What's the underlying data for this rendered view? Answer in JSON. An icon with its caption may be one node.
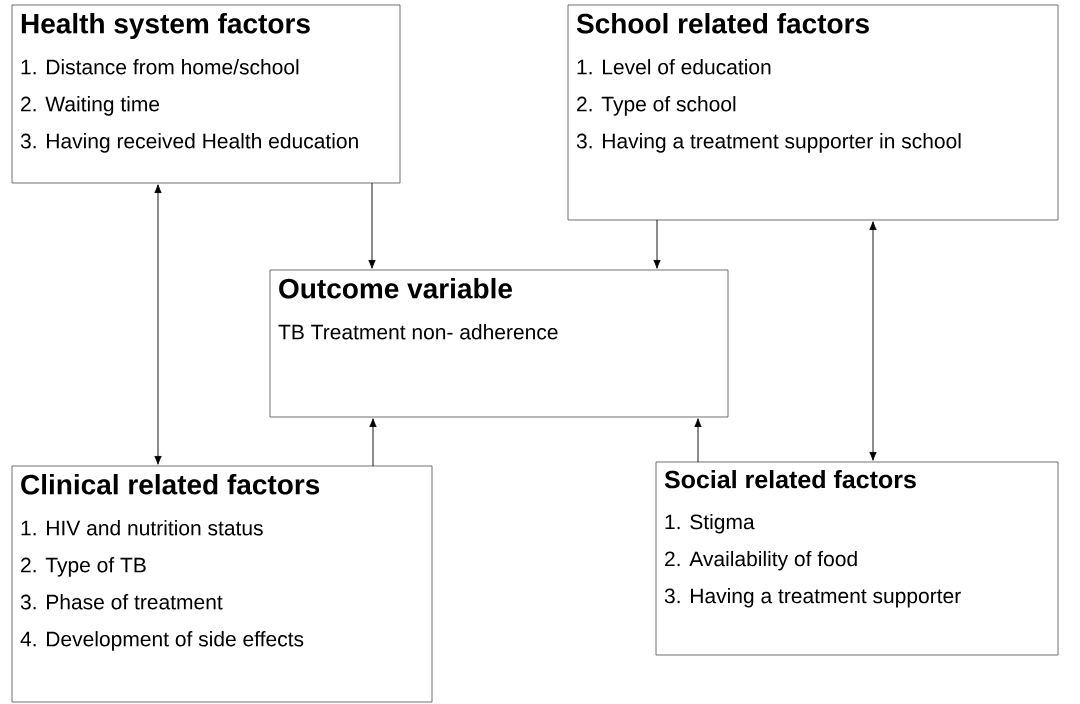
{
  "diagram": {
    "nodes": [
      {
        "text": [
          "Health system factors",
          "1. Distance from home/school",
          "2. Waiting time",
          "3. Having received Health education"
        ]
      },
      {
        "text": [
          "School related factors",
          "1. Level of education",
          "2. Type of school",
          "3. Having a treatment supporter in school"
        ]
      },
      {
        "text": [
          "Outcome variable",
          "TB Treatment non- adherence"
        ]
      },
      {
        "text": [
          "Clinical related factors",
          "1. HIV and nutrition status",
          "2. Type of TB",
          "3. Phase of treatment",
          "4. Development of side effects"
        ]
      },
      {
        "text": [
          "Social related factors",
          "1. Stigma",
          "2. Availability of food",
          "3. Having a treatment supporter"
        ]
      }
    ],
    "edges": [
      {
        "from": 0,
        "to": 2,
        "arrow": "to"
      },
      {
        "from": 1,
        "to": 2,
        "arrow": "to"
      },
      {
        "from": 3,
        "to": 2,
        "arrow": "to"
      },
      {
        "from": 4,
        "to": 2,
        "arrow": "to"
      },
      {
        "from": 0,
        "to": 3,
        "arrow": "both"
      },
      {
        "from": 1,
        "to": 4,
        "arrow": "both"
      }
    ]
  }
}
